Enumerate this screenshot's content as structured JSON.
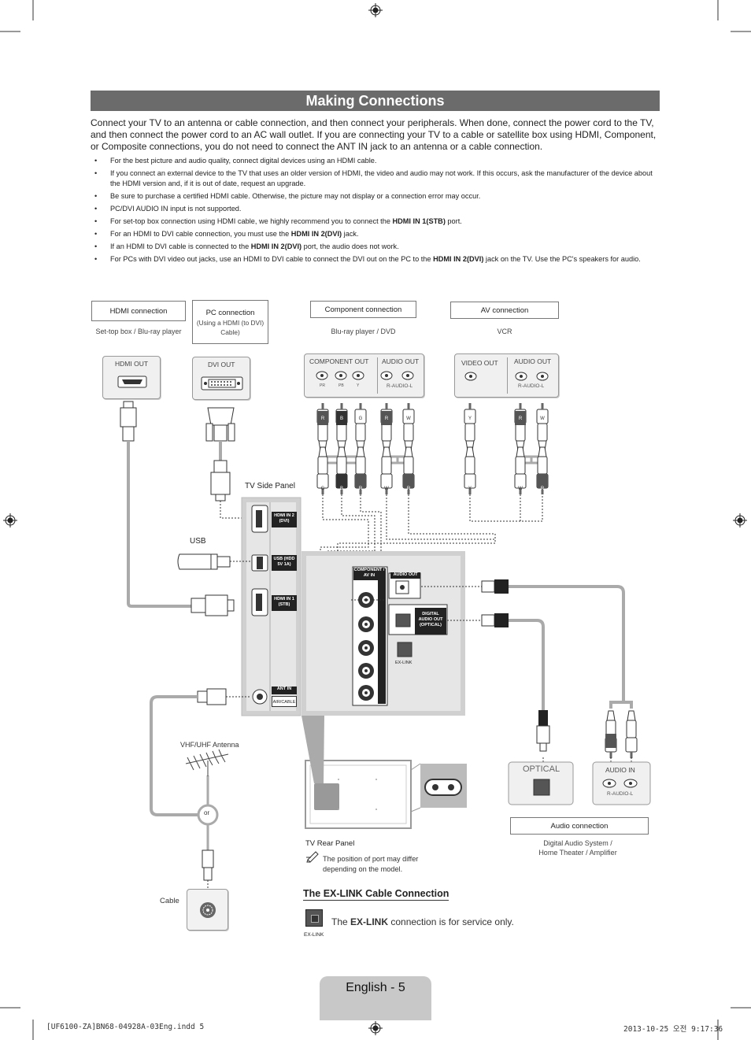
{
  "title": "Making Connections",
  "intro": "Connect your TV to an antenna or cable connection, and then connect your peripherals. When done, connect the power cord to the TV, and then connect the power cord to an AC wall outlet. If you are connecting your TV to a cable or satellite box using HDMI, Component, or Composite connections, you do not need to connect the ANT IN jack to an antenna or a cable connection.",
  "bullets": [
    {
      "pre": "For the best picture and audio quality, connect digital devices using an HDMI cable.",
      "bold": "",
      "post": ""
    },
    {
      "pre": "If you connect an external device to the TV that uses an older version of HDMI, the video and audio may not work. If this occurs, ask the manufacturer of the device about the HDMI version and, if it is out of date, request an upgrade.",
      "bold": "",
      "post": ""
    },
    {
      "pre": "Be sure to purchase a certified HDMI cable. Otherwise, the picture may not display or a connection error may occur.",
      "bold": "",
      "post": ""
    },
    {
      "pre": "PC/DVI AUDIO IN input is not supported.",
      "bold": "",
      "post": ""
    },
    {
      "pre": "For set-top box connection using HDMI cable, we highly recommend you to connect the ",
      "bold": "HDMI IN 1(STB)",
      "post": " port."
    },
    {
      "pre": "For an HDMI to DVI cable connection, you must use the ",
      "bold": "HDMI IN 2(DVI)",
      "post": " jack."
    },
    {
      "pre": "If an HDMI to DVI cable is connected to the ",
      "bold": "HDMI IN 2(DVI)",
      "post": " port, the audio does not work."
    },
    {
      "pre": "For PCs with DVI video out jacks, use an HDMI to DVI cable to connect the DVI out on the PC to the ",
      "bold": "HDMI IN 2(DVI)",
      "post": " jack on the TV. Use the PC's speakers for audio."
    }
  ],
  "connections": {
    "hdmi": {
      "title": "HDMI connection",
      "sub": "Set-top box / Blu-ray player",
      "port": "HDMI OUT"
    },
    "pc": {
      "title": "PC connection",
      "title2": "(Using a HDMI (to DVI)",
      "title3": "Cable)",
      "port": "DVI OUT"
    },
    "component": {
      "title": "Component connection",
      "sub": "Blu-ray player / DVD",
      "port1": "COMPONENT OUT",
      "port2": "AUDIO OUT",
      "jacks": [
        "PR",
        "PB",
        "Y"
      ],
      "audio": "R-AUDIO-L"
    },
    "av": {
      "title": "AV connection",
      "sub": "VCR",
      "port1": "VIDEO OUT",
      "port2": "AUDIO OUT",
      "audio": "R-AUDIO-L"
    },
    "audio": {
      "title": "Audio connection",
      "sub1": "Digital Audio System /",
      "sub2": "Home Theater / Amplifier",
      "optical": "OPTICAL",
      "audio_in": "AUDIO IN",
      "audio_rl": "R-AUDIO-L"
    }
  },
  "plug_letters": {
    "comp_top": [
      "R",
      "B",
      "G",
      "R",
      "W"
    ],
    "comp_bottom": [
      "G",
      "B",
      "R",
      "W",
      "R"
    ],
    "av_top": [
      "Y",
      "R",
      "W"
    ],
    "av_bottom": [
      "Y",
      "W",
      "R"
    ],
    "audio_plugs": [
      "R",
      "W"
    ]
  },
  "tv": {
    "side_panel": "TV Side Panel",
    "usb_label": "USB",
    "hdmi2": "HDMI IN 2 (DVI)",
    "usb_port": "USB (HDD 5V 1A)",
    "hdmi1": "HDMI IN 1 (STB)",
    "ant_in": "ANT IN",
    "air_cable": "AIR/CABLE",
    "component_av": "COMPONENT / AV IN",
    "audio_out": "AUDIO OUT",
    "digital_audio_out": "DIGITAL AUDIO OUT (OPTICAL)",
    "ex_link": "EX-LINK",
    "rear_panel": "TV Rear Panel",
    "note": "The position of port may differ depending on the model."
  },
  "antenna": {
    "label": "VHF/UHF Antenna",
    "or": "or",
    "cable": "Cable"
  },
  "exlink": {
    "heading": "The EX-LINK Cable Connection",
    "pre": "The ",
    "bold": "EX-LINK",
    "post": " connection is for service only.",
    "icon_label": "EX-LINK"
  },
  "page_number": "English - 5",
  "footer_left": "[UF6100-ZA]BN68-04928A-03Eng.indd   5",
  "footer_right": "2013-10-25   오전 9:17:36"
}
